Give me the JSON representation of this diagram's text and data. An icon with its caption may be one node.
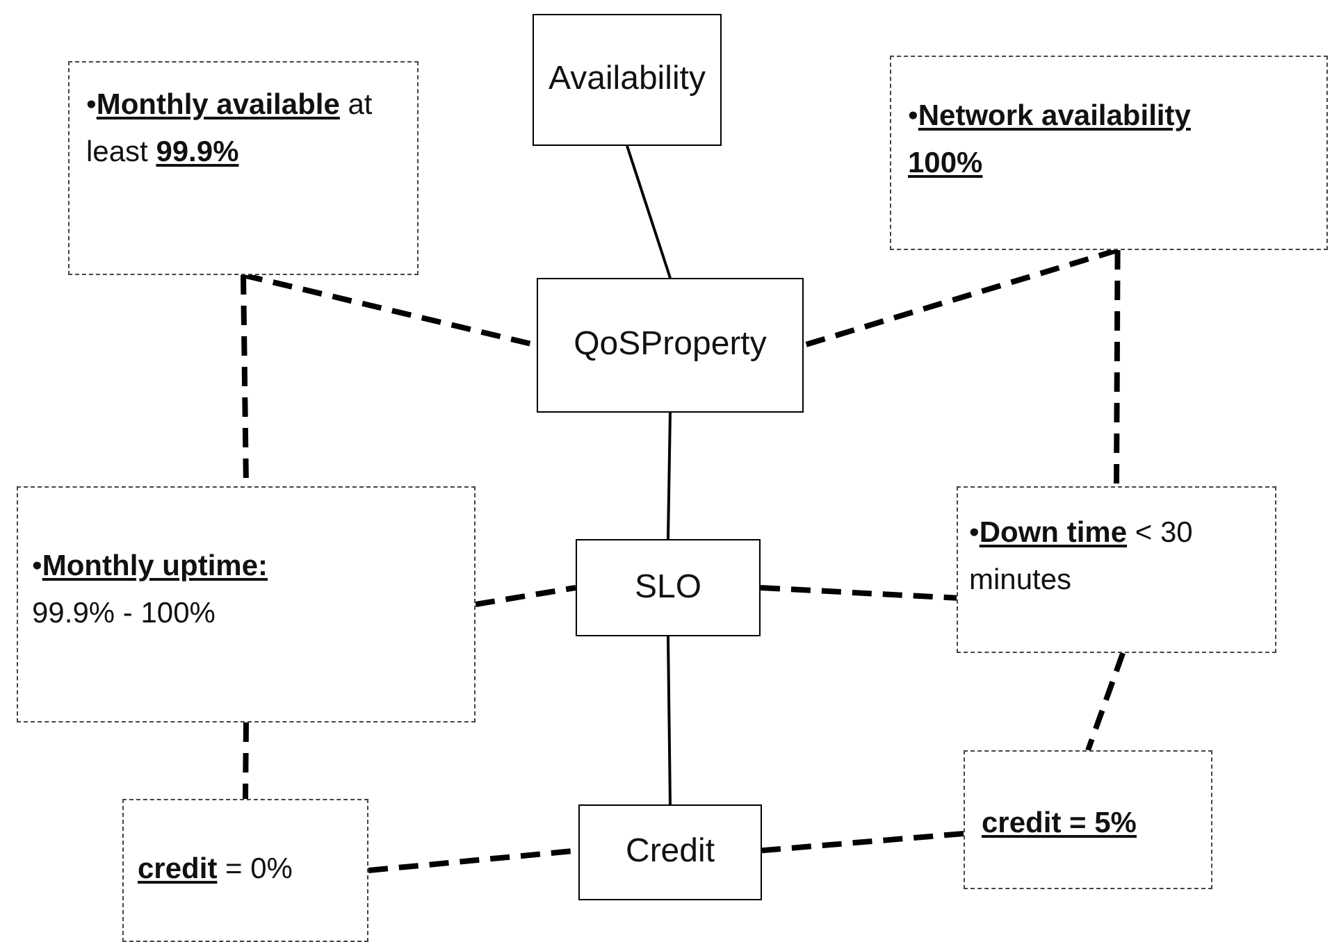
{
  "diagram": {
    "nodes": [
      {
        "text": [
          "Availability"
        ]
      },
      {
        "text": [
          "•**Monthly available** at least **99.9%**"
        ]
      },
      {
        "text": [
          "•**Network availability 100%**"
        ]
      },
      {
        "text": [
          "QoSProperty"
        ]
      },
      {
        "text": [
          "•**Monthly uptime:** 99.9% - 100%"
        ]
      },
      {
        "text": [
          "SLO"
        ]
      },
      {
        "text": [
          "•**Down time** < 30 minutes"
        ]
      },
      {
        "text": [
          "**credit = 5%**"
        ]
      },
      {
        "text": [
          "Credit"
        ]
      },
      {
        "text": [
          "**credit** = 0%"
        ]
      }
    ],
    "edges": [
      {
        "from": 0,
        "to": 3,
        "arrow": "none"
      },
      {
        "from": 3,
        "to": 5,
        "arrow": "none"
      },
      {
        "from": 5,
        "to": 8,
        "arrow": "none"
      },
      {
        "from": 1,
        "to": 3,
        "arrow": "none",
        "style": "dashed"
      },
      {
        "from": 2,
        "to": 3,
        "arrow": "none",
        "style": "dashed"
      },
      {
        "from": 1,
        "to": 4,
        "arrow": "none",
        "style": "dashed"
      },
      {
        "from": 2,
        "to": 6,
        "arrow": "none",
        "style": "dashed"
      },
      {
        "from": 4,
        "to": 5,
        "arrow": "none",
        "style": "dashed"
      },
      {
        "from": 5,
        "to": 6,
        "arrow": "none",
        "style": "dashed"
      },
      {
        "from": 4,
        "to": 9,
        "arrow": "none",
        "style": "dashed"
      },
      {
        "from": 6,
        "to": 7,
        "arrow": "none",
        "style": "dashed"
      },
      {
        "from": 9,
        "to": 8,
        "arrow": "none",
        "style": "dashed"
      },
      {
        "from": 7,
        "to": 8,
        "arrow": "none",
        "style": "dashed"
      }
    ]
  }
}
